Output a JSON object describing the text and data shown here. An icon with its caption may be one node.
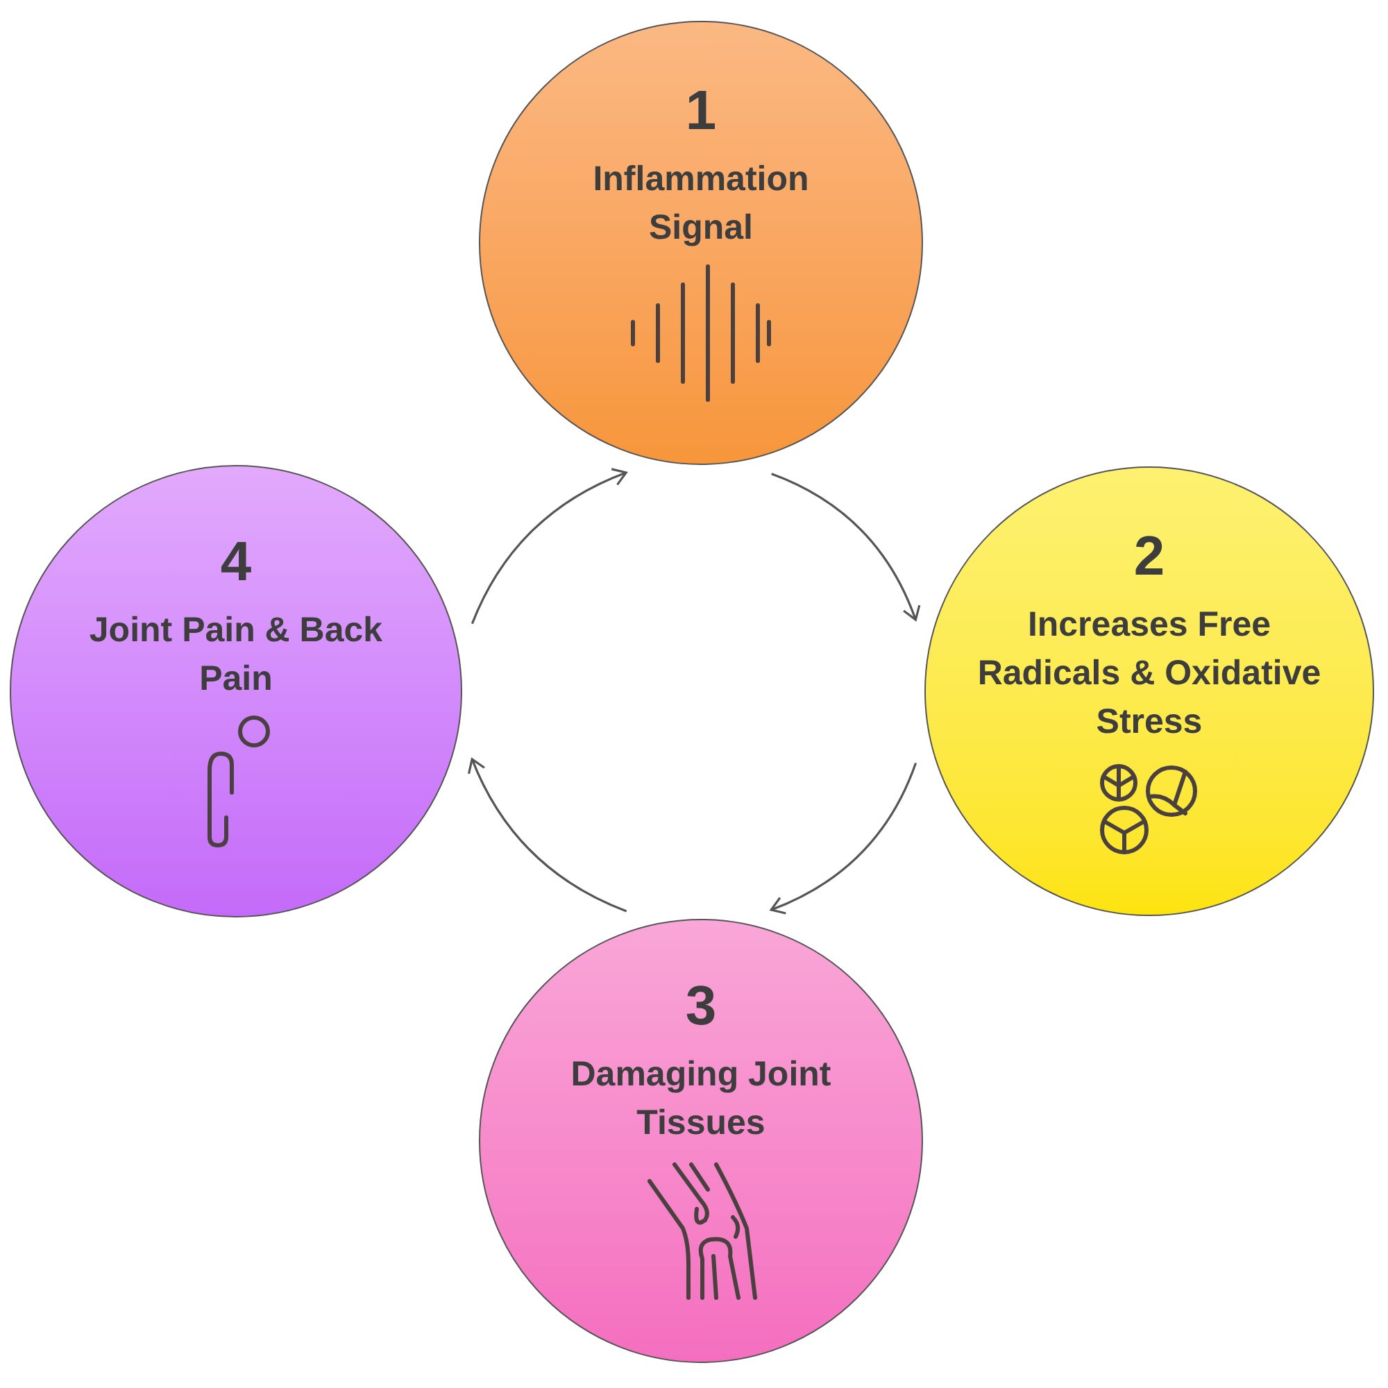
{
  "diagram": {
    "nodes": [
      {
        "text": [
          "1",
          "Inflammation Signal"
        ]
      },
      {
        "text": [
          "2",
          "Increases Free Radicals & Oxidative Stress"
        ]
      },
      {
        "text": [
          "3",
          "Damaging Joint Tissues"
        ]
      },
      {
        "text": [
          "4",
          "Joint Pain & Back Pain"
        ]
      }
    ],
    "edges": [
      {
        "from": 0,
        "to": 1,
        "arrow": "to"
      },
      {
        "from": 1,
        "to": 2,
        "arrow": "to"
      },
      {
        "from": 2,
        "to": 3,
        "arrow": "to"
      },
      {
        "from": 3,
        "to": 0,
        "arrow": "to"
      }
    ]
  }
}
